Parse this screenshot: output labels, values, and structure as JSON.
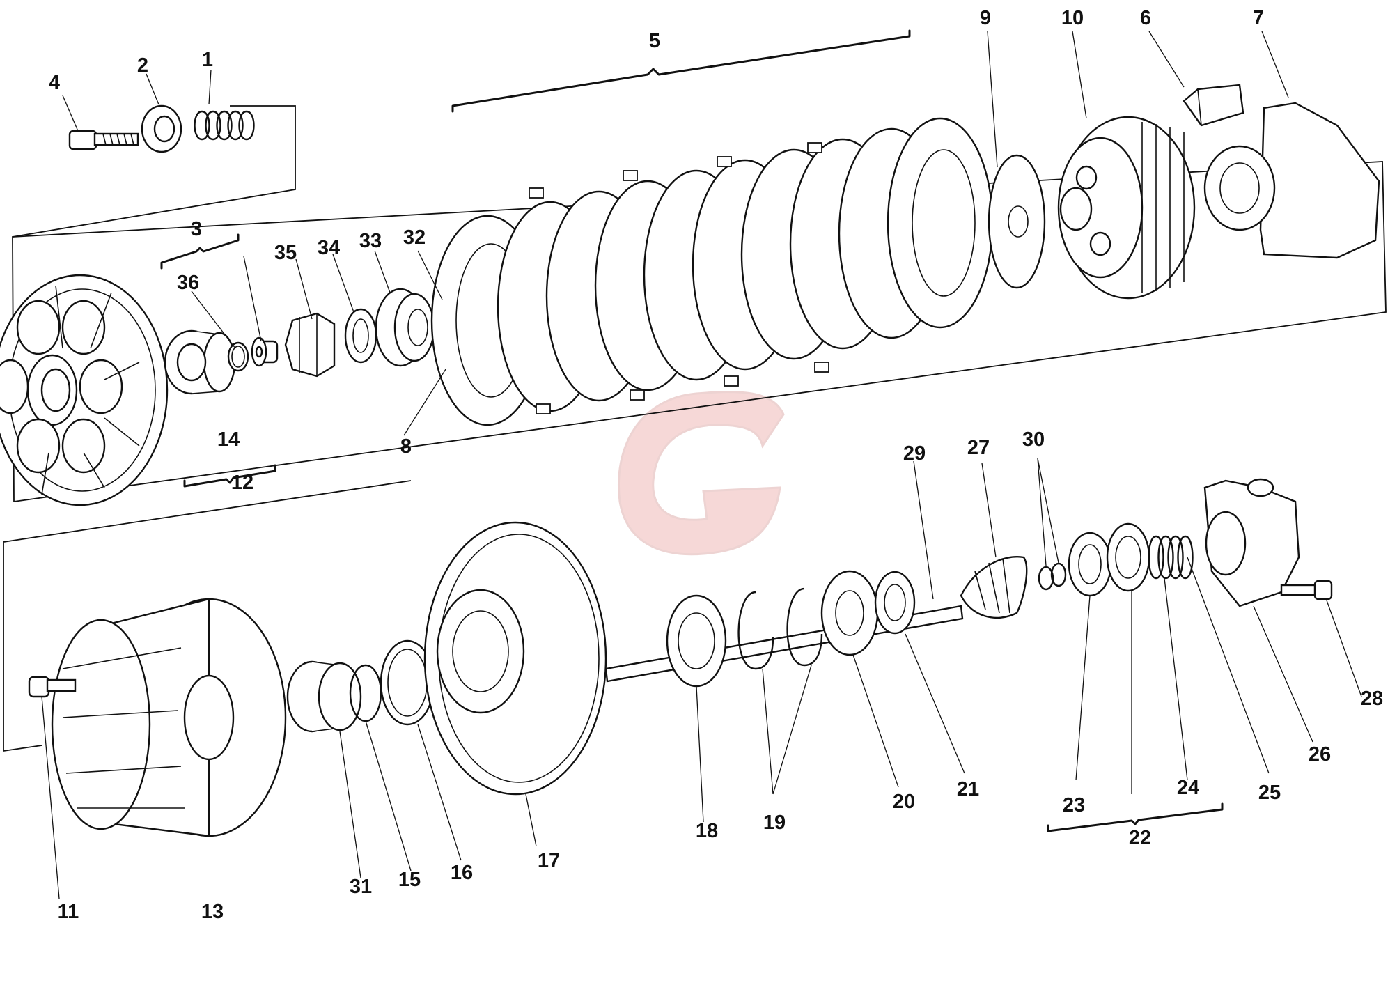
{
  "diagram": {
    "callouts": [
      "1",
      "2",
      "3",
      "4",
      "5",
      "6",
      "7",
      "8",
      "9",
      "10",
      "11",
      "12",
      "13",
      "14",
      "15",
      "16",
      "17",
      "18",
      "19",
      "20",
      "21",
      "22",
      "23",
      "24",
      "25",
      "26",
      "27",
      "28",
      "29",
      "30",
      "31",
      "32",
      "33",
      "34",
      "35",
      "36"
    ],
    "watermark_color": "#d9534f"
  }
}
